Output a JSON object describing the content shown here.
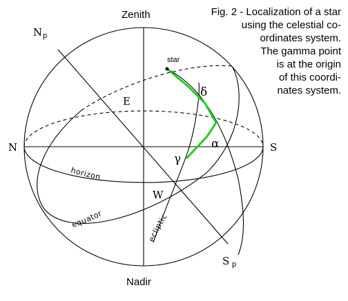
{
  "labels": {
    "zenith": "Zenith",
    "nadir": "Nadir",
    "north": "N",
    "south": "S",
    "east": "E",
    "west": "W",
    "north_pole_letter": "N",
    "north_pole_sub": "p",
    "south_pole_letter": "S",
    "south_pole_sub": "p",
    "star": "star",
    "delta": "δ",
    "alpha": "α",
    "gamma": "γ",
    "horizon": "horizon",
    "equator": "equator",
    "ecliptic": "ecliptic"
  },
  "caption": {
    "lines": [
      "Fig. 2 - Localization of a star",
      "using the celestial co-",
      "ordinates system.",
      "The gamma point",
      "is at the origin",
      "of this coordi-",
      "nates system."
    ]
  },
  "colors": {
    "coordinate_path": "#22cc22",
    "lines": "#000000",
    "background": "#ffffff"
  }
}
